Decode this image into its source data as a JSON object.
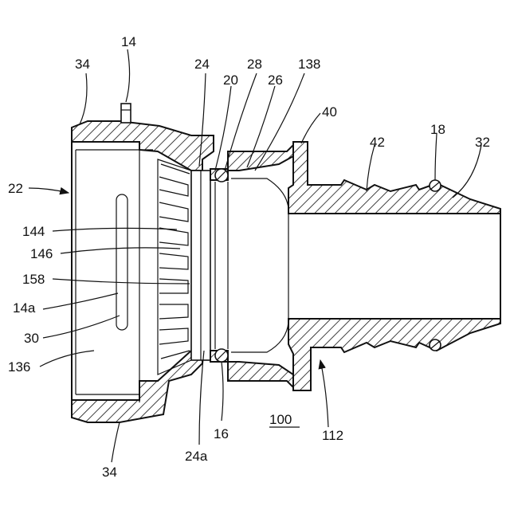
{
  "figure": {
    "ref_main": "100",
    "labels": {
      "l14": "14",
      "l34_top": "34",
      "l24": "24",
      "l20": "20",
      "l28": "28",
      "l26": "26",
      "l138": "138",
      "l40": "40",
      "l42": "42",
      "l18": "18",
      "l32": "32",
      "l22": "22",
      "l144": "144",
      "l146": "146",
      "l158": "158",
      "l14a": "14a",
      "l30": "30",
      "l136": "136",
      "l16": "16",
      "l112": "112",
      "l24a": "24a",
      "l34_bottom": "34"
    }
  }
}
